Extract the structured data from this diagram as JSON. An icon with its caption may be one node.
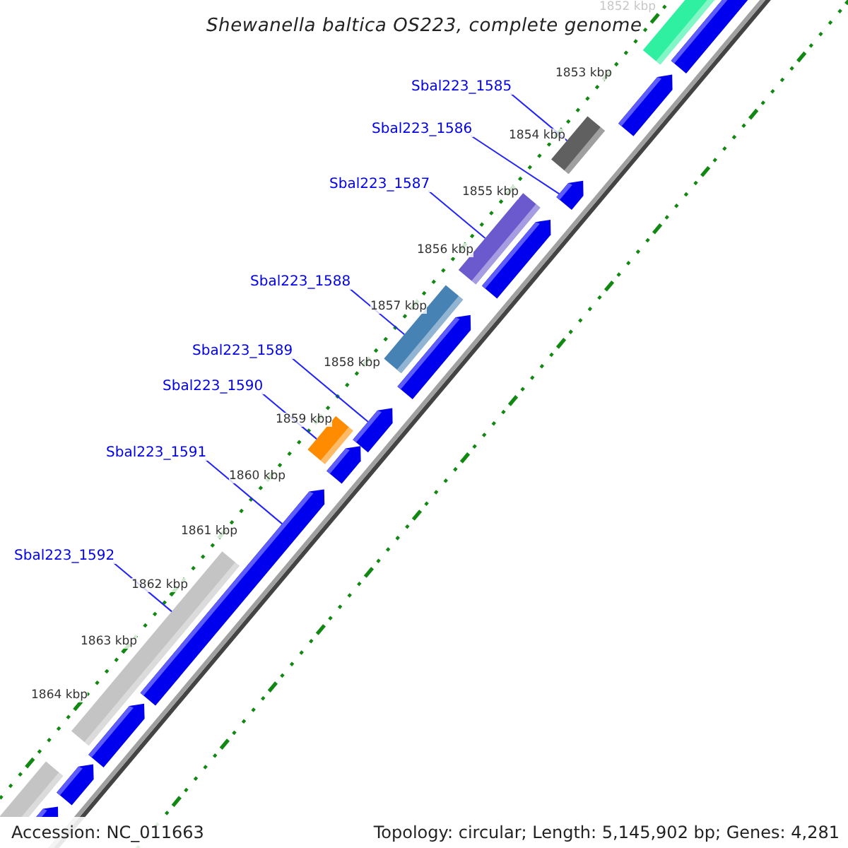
{
  "diagram": {
    "title": "Shewanella baltica OS223, complete genome",
    "nodes": [
      {
        "text": [
          "Sbal223_1585"
        ]
      },
      {
        "text": [
          "Sbal223_1586"
        ]
      },
      {
        "text": [
          "Sbal223_1587"
        ]
      },
      {
        "text": [
          "Sbal223_1588"
        ]
      },
      {
        "text": [
          "Sbal223_1589"
        ]
      },
      {
        "text": [
          "Sbal223_1590"
        ]
      },
      {
        "text": [
          "Sbal223_1591"
        ]
      },
      {
        "text": [
          "Sbal223_1592"
        ]
      },
      {
        "text": [],
        "shape": "arrow"
      },
      {
        "text": [],
        "shape": "bar"
      },
      {
        "text": [],
        "shape": "arrow"
      },
      {
        "text": [],
        "shape": "bar"
      },
      {
        "text": [],
        "shape": "arrow"
      },
      {
        "text": [],
        "shape": "bar"
      },
      {
        "text": [],
        "shape": "arrow"
      },
      {
        "text": [],
        "shape": "bar"
      },
      {
        "text": [],
        "shape": "arrow"
      },
      {
        "text": [],
        "shape": "arrow"
      },
      {
        "text": [],
        "shape": "bar"
      },
      {
        "text": [],
        "shape": "arrow"
      },
      {
        "text": [],
        "shape": "arrow"
      },
      {
        "text": [],
        "shape": "bar"
      },
      {
        "text": [],
        "shape": "arrow"
      },
      {
        "text": [],
        "shape": "arrow"
      },
      {
        "text": [],
        "shape": "bar"
      },
      {
        "text": [],
        "shape": "arrow"
      }
    ],
    "edges": [
      {
        "from": 0,
        "to": 11,
        "arrow": "none"
      },
      {
        "from": 1,
        "to": 12,
        "arrow": "none"
      },
      {
        "from": 2,
        "to": 13,
        "arrow": "none"
      },
      {
        "from": 3,
        "to": 15,
        "arrow": "none"
      },
      {
        "from": 4,
        "to": 17,
        "arrow": "none"
      },
      {
        "from": 5,
        "to": 18,
        "arrow": "none"
      },
      {
        "from": 6,
        "to": 20,
        "arrow": "none"
      },
      {
        "from": 7,
        "to": 21,
        "arrow": "none"
      }
    ],
    "labels": [
      "1852 kbp",
      "1853 kbp",
      "1854 kbp",
      "1855 kbp",
      "1856 kbp",
      "1857 kbp",
      "1858 kbp",
      "1859 kbp",
      "1860 kbp",
      "1861 kbp",
      "1862 kbp",
      "1863 kbp",
      "1864 kbp",
      "Accession: NC_011663",
      "Topology: circular; Length: 5,145,902 bp; Genes: 4,281"
    ]
  }
}
